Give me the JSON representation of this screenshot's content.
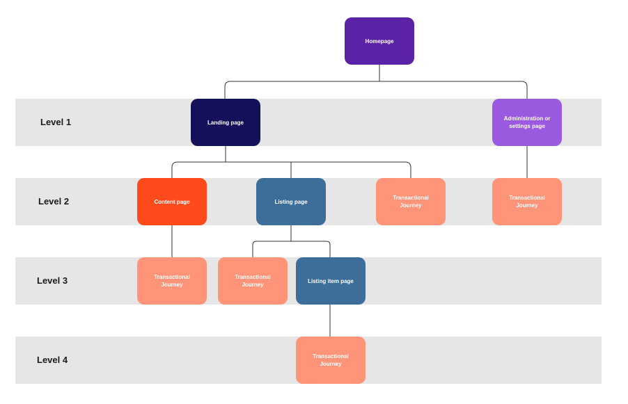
{
  "levels": [
    "Level 1",
    "Level 2",
    "Level 3",
    "Level 4"
  ],
  "nodes": {
    "homepage": {
      "label": "Homepage",
      "color": "#5b21a6"
    },
    "landing_page": {
      "label": "Landing page",
      "color": "#15105a"
    },
    "admin_settings": {
      "label": "Administration or settings page",
      "color": "#9b59e0"
    },
    "content_page": {
      "label": "Content page",
      "color": "#ff4a1c"
    },
    "listing_page": {
      "label": "Listing page",
      "color": "#3d6e99"
    },
    "transactional_journey_l2a": {
      "label": "Transactional Journey",
      "color": "#ff9478"
    },
    "transactional_journey_l2b": {
      "label": "Transactional Journey",
      "color": "#ff9478"
    },
    "transactional_journey_l3a": {
      "label": "Transactional Journey",
      "color": "#ff9478"
    },
    "transactional_journey_l3b": {
      "label": "Transactional Journey",
      "color": "#ff9478"
    },
    "listing_item_page": {
      "label": "Listing item page",
      "color": "#3d6e99"
    },
    "transactional_journey_l4": {
      "label": "Transactional Journey",
      "color": "#ff9478"
    }
  },
  "colors": {
    "band": "#e6e6e6",
    "connector": "#333333"
  }
}
